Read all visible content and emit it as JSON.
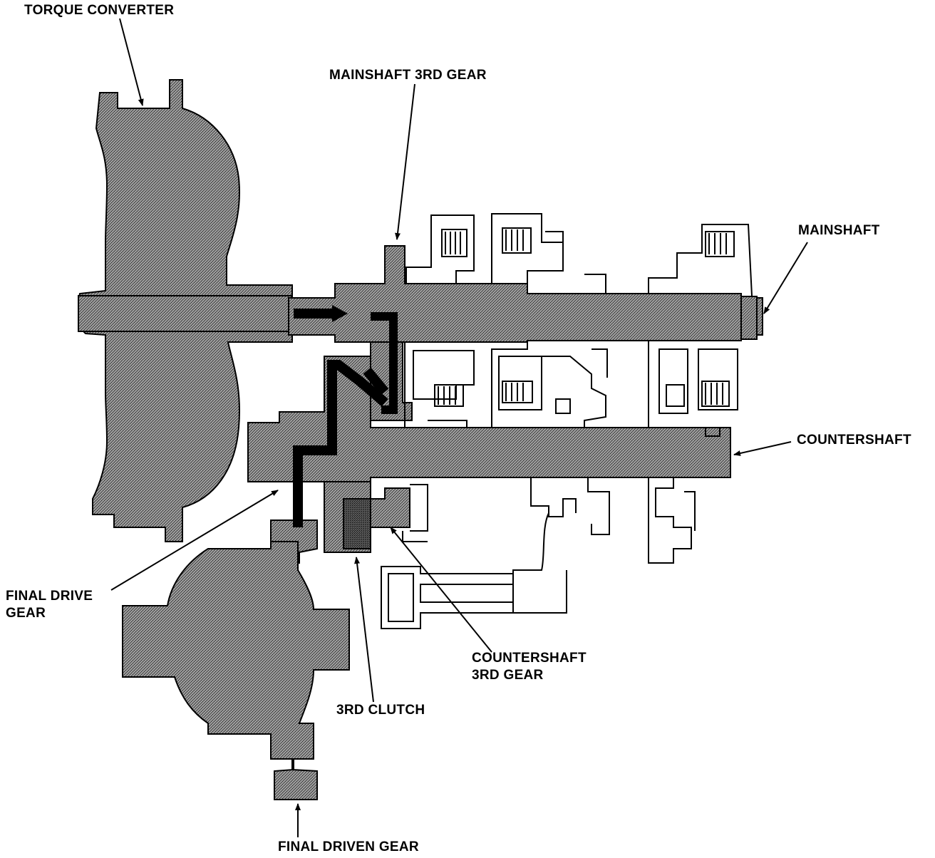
{
  "labels": {
    "torque_converter": "TORQUE CONVERTER",
    "mainshaft_3rd_gear": "MAINSHAFT 3RD GEAR",
    "mainshaft": "MAINSHAFT",
    "countershaft": "COUNTERSHAFT",
    "final_drive_gear_line1": "FINAL DRIVE",
    "final_drive_gear_line2": "GEAR",
    "countershaft_3rd_gear_line1": "COUNTERSHAFT",
    "countershaft_3rd_gear_line2": "3RD GEAR",
    "third_clutch": "3RD CLUTCH",
    "final_driven_gear": "FINAL DRIVEN GEAR"
  },
  "colors": {
    "ink": "#000000",
    "shaded_part": "#8a8a8a",
    "power_flow": "#111111",
    "background": "#ffffff"
  }
}
